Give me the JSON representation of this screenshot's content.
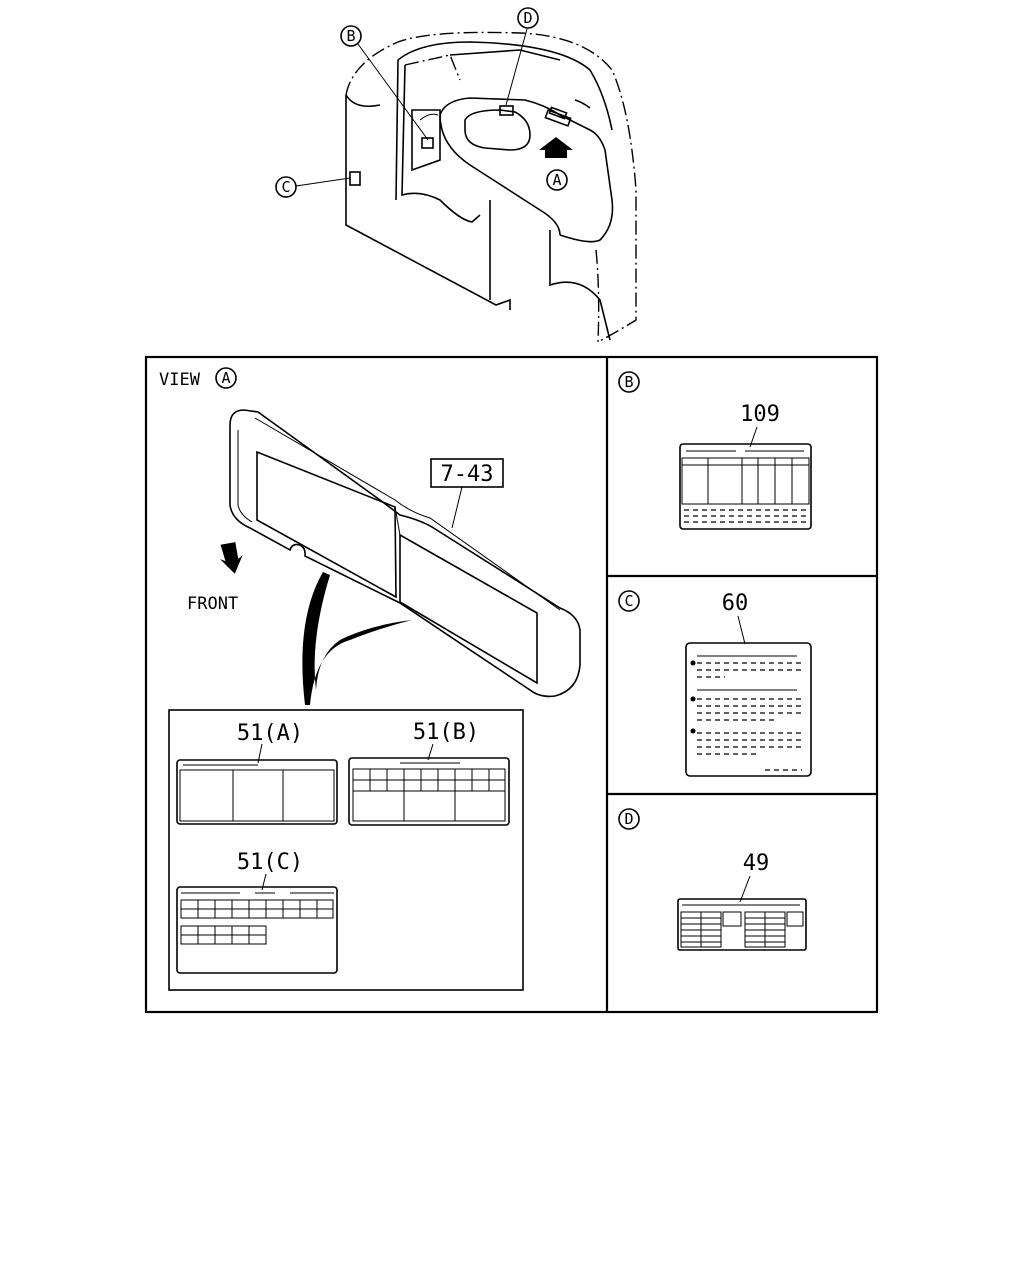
{
  "callouts": {
    "a": "A",
    "b": "B",
    "c": "C",
    "d": "D"
  },
  "view_a": {
    "title": "VIEW",
    "title_callout": "A",
    "front_label": "FRONT",
    "part_ref": "7-43",
    "labels": [
      {
        "part": "51(A)"
      },
      {
        "part": "51(B)"
      },
      {
        "part": "51(C)"
      }
    ]
  },
  "panel_b": {
    "callout": "B",
    "part": "109"
  },
  "panel_c": {
    "callout": "C",
    "part": "60"
  },
  "panel_d": {
    "callout": "D",
    "part": "49"
  }
}
